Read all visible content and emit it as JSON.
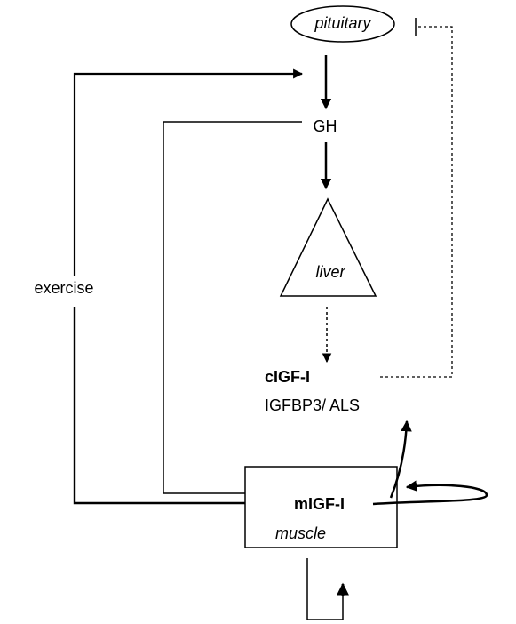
{
  "labels": {
    "pituitary": "pituitary",
    "gh": "GH",
    "liver": "liver",
    "exercise": "exercise",
    "cigf": "cIGF-I",
    "igfbp3": "IGFBP3/ ALS",
    "migf": "mIGF-I",
    "muscle": "muscle"
  }
}
